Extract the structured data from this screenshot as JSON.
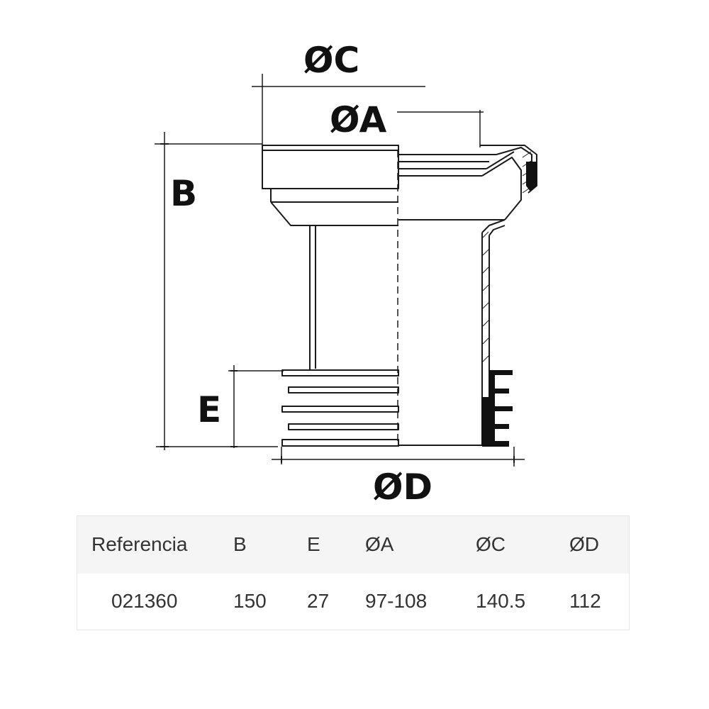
{
  "diagram": {
    "dimension_labels": {
      "C": "ØC",
      "A": "ØA",
      "B": "B",
      "E": "E",
      "D": "ØD"
    }
  },
  "table": {
    "headers": [
      "Referencia",
      "B",
      "E",
      "ØA",
      "ØC",
      "ØD"
    ],
    "rows": [
      [
        "021360",
        "150",
        "27",
        "97-108",
        "140.5",
        "112"
      ]
    ]
  }
}
